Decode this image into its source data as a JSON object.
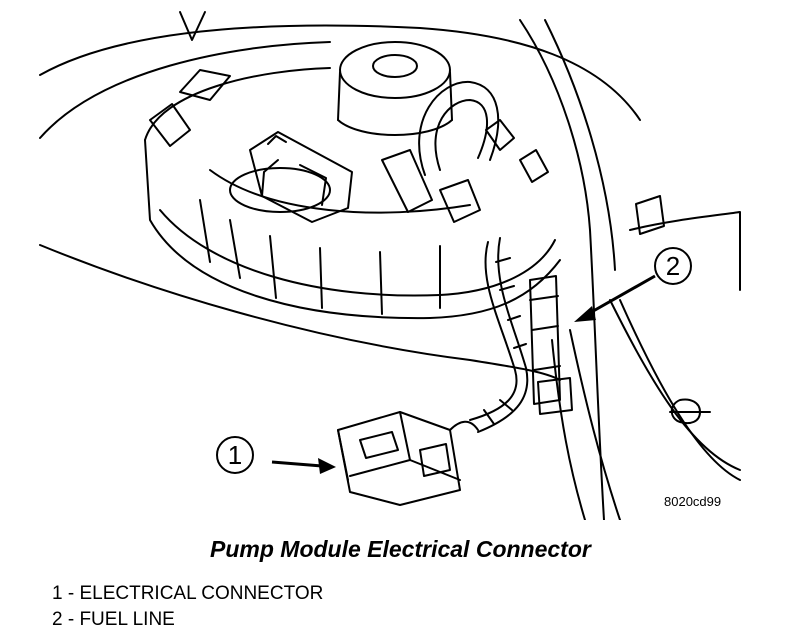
{
  "figure": {
    "id": "8020cd99",
    "caption": "Pump Module Electrical Connector"
  },
  "callouts": [
    {
      "number": "1",
      "label": "1 - ELECTRICAL CONNECTOR"
    },
    {
      "number": "2",
      "label": "2 - FUEL LINE"
    }
  ]
}
